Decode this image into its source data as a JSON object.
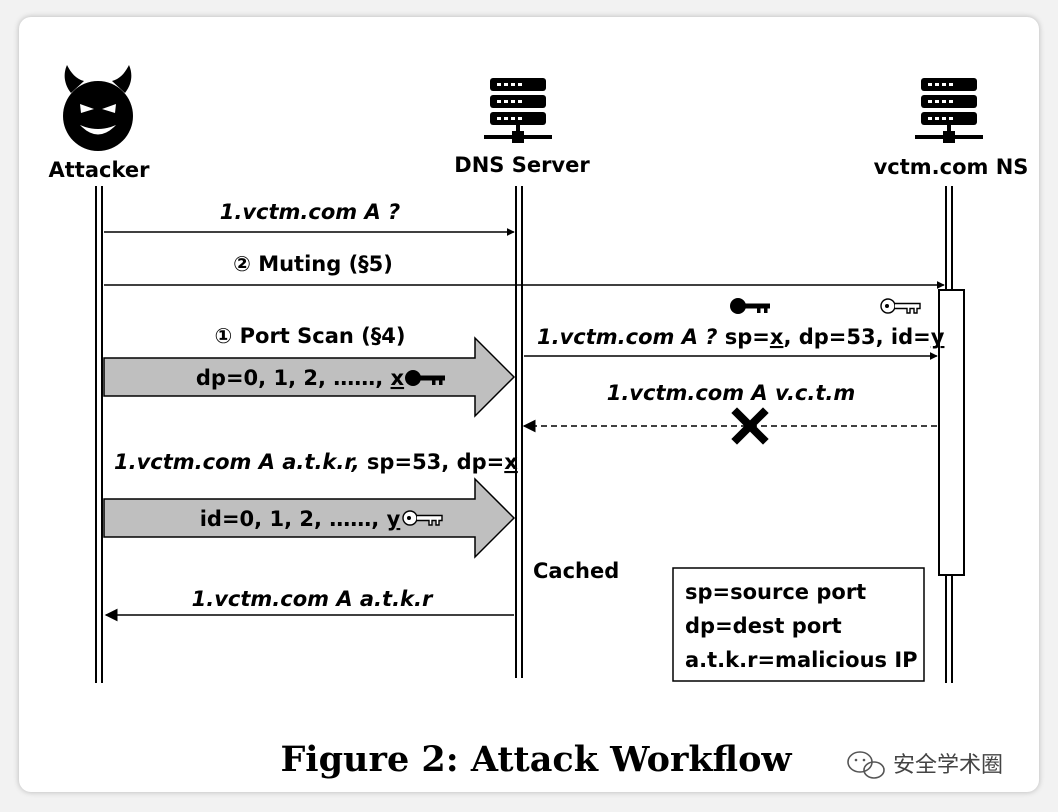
{
  "actors": {
    "attacker": "Attacker",
    "dns_server": "DNS Server",
    "ns": "vctm.com NS"
  },
  "messages": {
    "query1": "1.vctm.com A ?",
    "muting": "② Muting (§5)",
    "port_scan": "① Port Scan (§4)",
    "scan_payload": {
      "text": "dp=0, 1, 2, ……, ",
      "var": "x"
    },
    "forward_query": {
      "prefix": "1.vctm.com A ?",
      "p1": " sp=",
      "v1": "x",
      "p2": ", dp=53, id=",
      "v2": "y"
    },
    "ns_response": "1.vctm.com A v.c.t.m",
    "forged_response": {
      "italic": "1.vctm.com A a.t.k.r,",
      "plain": " sp=53, dp=",
      "var": "x"
    },
    "id_payload": {
      "text": "id=0, 1, 2, ……, ",
      "var": "y"
    },
    "cached": "Cached",
    "final_response": "1.vctm.com A a.t.k.r"
  },
  "legend": [
    "sp=source port",
    "dp=dest port",
    "a.t.k.r=malicious IP"
  ],
  "caption": "Figure 2: Attack Workflow",
  "watermark": "安全学术圈",
  "icons": {
    "attacker": "devil-face-icon",
    "server": "server-rack-icon",
    "key_solid": "key-icon",
    "key_outline": "key-outline-icon",
    "block": "cross-icon",
    "watermark": "wechat-icon"
  },
  "colors": {
    "arrow_fill": "#bfbfbf",
    "line": "#000000",
    "background": "#ffffff"
  }
}
